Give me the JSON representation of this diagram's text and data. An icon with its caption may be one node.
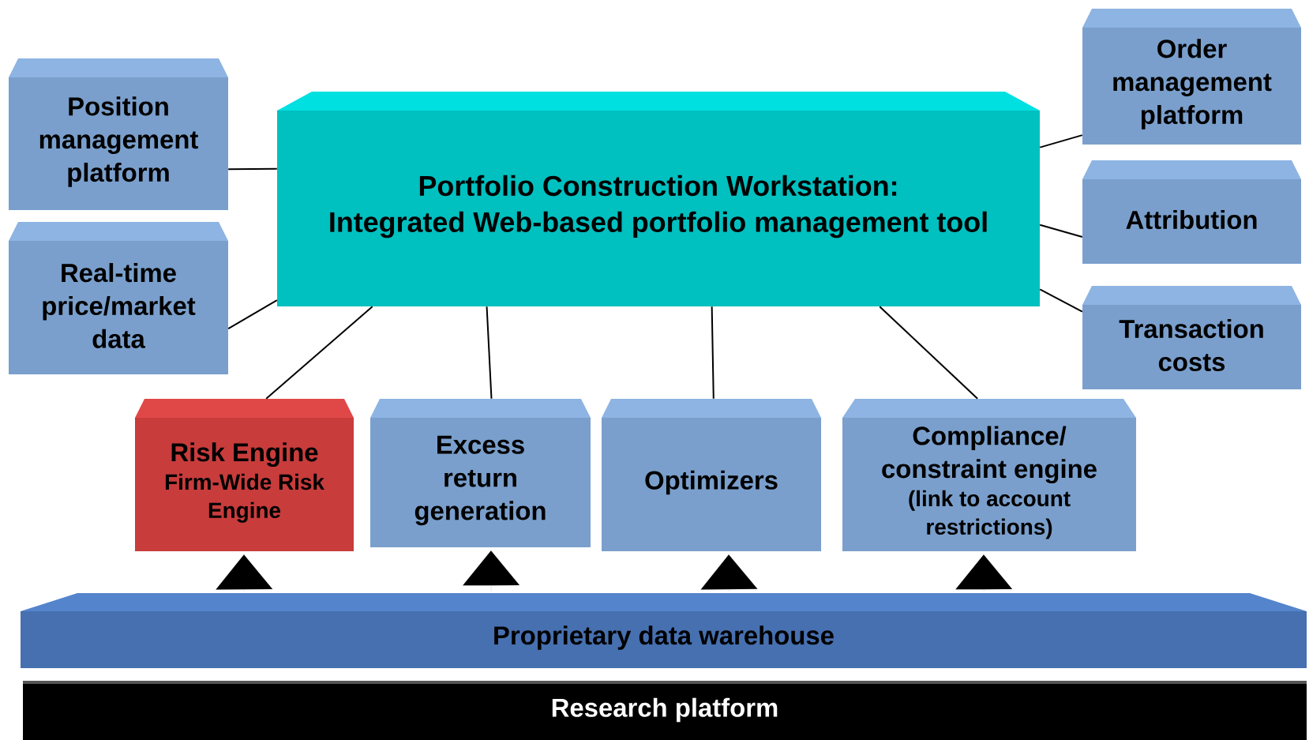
{
  "diagram": {
    "nodes": [
      {
        "text": [
          "Portfolio Construction Workstation:",
          "Integrated Web-based portfolio management tool"
        ]
      },
      {
        "text": [
          "Position management platform"
        ]
      },
      {
        "text": [
          "Real-time price/market data"
        ]
      },
      {
        "text": [
          "Order management platform"
        ]
      },
      {
        "text": [
          "Attribution"
        ]
      },
      {
        "text": [
          "Transaction costs"
        ]
      },
      {
        "text": [
          "Risk Engine",
          "Firm-Wide Risk Engine"
        ]
      },
      {
        "text": [
          "Excess return generation"
        ]
      },
      {
        "text": [
          "Optimizers"
        ]
      },
      {
        "text": [
          "Compliance/ constraint engine",
          "(link to account restrictions)"
        ]
      },
      {
        "text": [
          "Proprietary data warehouse"
        ]
      },
      {
        "text": [
          "Research platform"
        ]
      }
    ],
    "edges": [
      {
        "from": 1,
        "to": 0,
        "arrow": "none"
      },
      {
        "from": 2,
        "to": 0,
        "arrow": "none"
      },
      {
        "from": 0,
        "to": 3,
        "arrow": "none"
      },
      {
        "from": 0,
        "to": 4,
        "arrow": "none"
      },
      {
        "from": 0,
        "to": 5,
        "arrow": "none"
      },
      {
        "from": 0,
        "to": 6,
        "arrow": "none"
      },
      {
        "from": 0,
        "to": 7,
        "arrow": "none"
      },
      {
        "from": 0,
        "to": 8,
        "arrow": "none"
      },
      {
        "from": 0,
        "to": 9,
        "arrow": "none"
      },
      {
        "from": 10,
        "to": 6,
        "arrow": "to"
      },
      {
        "from": 10,
        "to": 7,
        "arrow": "to"
      },
      {
        "from": 10,
        "to": 8,
        "arrow": "to"
      },
      {
        "from": 10,
        "to": 9,
        "arrow": "to"
      }
    ]
  }
}
